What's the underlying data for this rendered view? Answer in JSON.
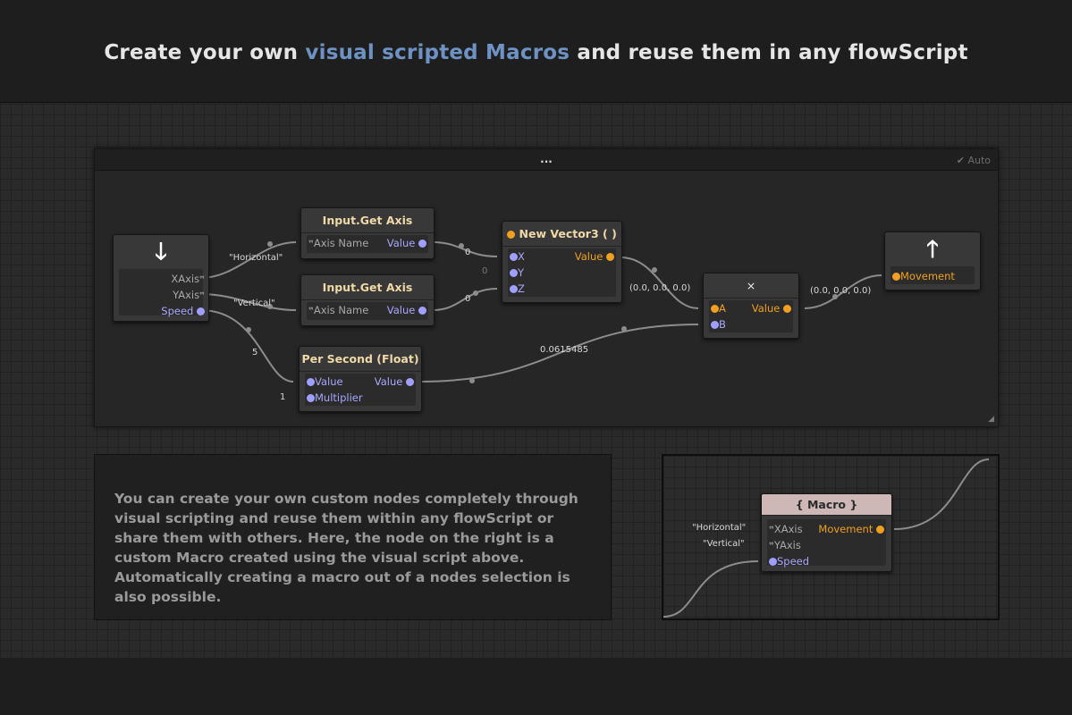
{
  "headline": {
    "before": "Create your own ",
    "highlight": "visual scripted Macros",
    "after": " and reuse them in any flowScript"
  },
  "graph": {
    "title": "...",
    "auto_label": "Auto",
    "nodes": {
      "input_node": {
        "icon": "arrow-down-icon",
        "outputs": [
          "XAxis",
          "YAxis",
          "Speed"
        ]
      },
      "get_axis_1": {
        "title": "Input.Get Axis",
        "input": "Axis Name",
        "output": "Value"
      },
      "get_axis_2": {
        "title": "Input.Get Axis",
        "input": "Axis Name",
        "output": "Value"
      },
      "new_vector3": {
        "title": "New Vector3 ( )",
        "inputs": [
          "X",
          "Y",
          "Z"
        ],
        "output": "Value"
      },
      "multiply": {
        "title": "×",
        "inputs": [
          "A",
          "B"
        ],
        "output": "Value"
      },
      "output_node": {
        "icon": "arrow-up-icon",
        "input": "Movement"
      },
      "per_second": {
        "title": "Per Second (Float)",
        "inputs": [
          "Value",
          "Multiplier"
        ],
        "output": "Value"
      }
    },
    "wire_labels": {
      "horizontal": "\"Horizontal\"",
      "vertical": "\"Vertical\"",
      "x_zero": "0",
      "y_zero": "0",
      "z_zero": "0",
      "speed_five": "5",
      "multiplier_one": "1",
      "vector_value": "(0.0, 0.0, 0.0)",
      "product_value": "(0.0, 0.0, 0.0)",
      "per_second_value": "0.0615485"
    }
  },
  "description": "You can create your own custom nodes completely through visual scripting and reuse them within any flowScript or share them with others. Here, the node on the right is a custom Macro created using the visual script above. Automatically creating a macro out of a nodes selection is also possible.",
  "macro": {
    "title": "{ Macro }",
    "inputs": [
      "XAxis",
      "YAxis",
      "Speed"
    ],
    "output": "Movement",
    "input_values": [
      "\"Horizontal\"",
      "\"Vertical\""
    ]
  },
  "colors": {
    "accent": "#6f92c4",
    "node_title": "#f0d9a8",
    "port_blue": "#9f9fff",
    "port_orange": "#f0a020"
  }
}
